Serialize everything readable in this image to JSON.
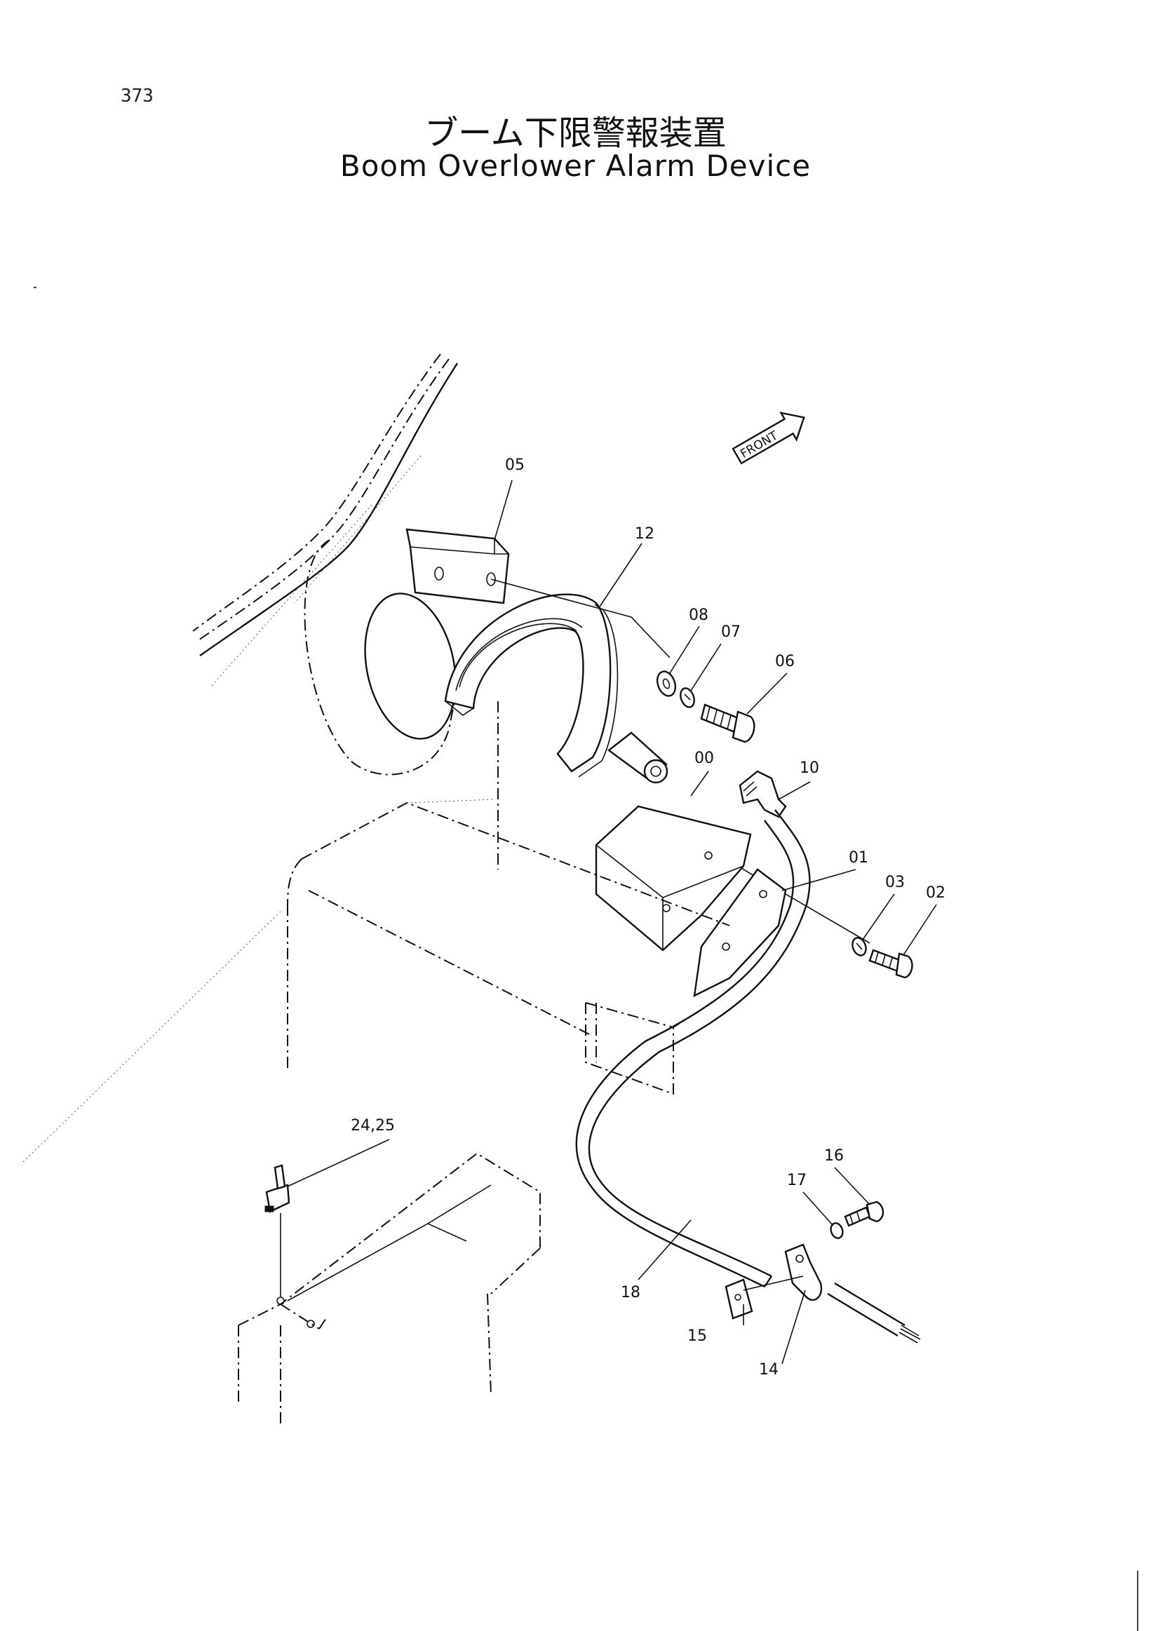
{
  "page_number": "373",
  "title_jp": "ブーム下限警報装置",
  "title_en": "Boom Overlower Alarm Device",
  "direction_marker": "FRONT",
  "callouts": [
    {
      "id": "05",
      "text": "05"
    },
    {
      "id": "12",
      "text": "12"
    },
    {
      "id": "08",
      "text": "08"
    },
    {
      "id": "07",
      "text": "07"
    },
    {
      "id": "06",
      "text": "06"
    },
    {
      "id": "00",
      "text": "00"
    },
    {
      "id": "10",
      "text": "10"
    },
    {
      "id": "01",
      "text": "01"
    },
    {
      "id": "03",
      "text": "03"
    },
    {
      "id": "02",
      "text": "02"
    },
    {
      "id": "24-25",
      "text": "24,25"
    },
    {
      "id": "16",
      "text": "16"
    },
    {
      "id": "17",
      "text": "17"
    },
    {
      "id": "18",
      "text": "18"
    },
    {
      "id": "15",
      "text": "15"
    },
    {
      "id": "14",
      "text": "14"
    }
  ]
}
